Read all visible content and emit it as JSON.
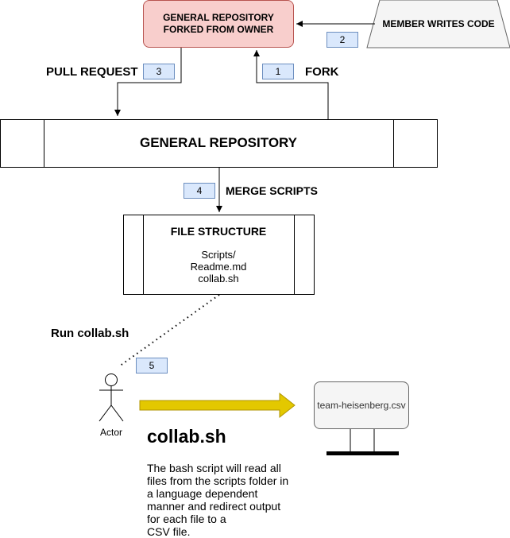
{
  "nodes": {
    "forked_repo": [
      "GENERAL REPOSITORY",
      "FORKED FROM OWNER"
    ],
    "member_writes": "MEMBER WRITES CODE",
    "general_repo": "GENERAL REPOSITORY",
    "file_structure": {
      "title": "FILE STRUCTURE",
      "items": [
        "Scripts/",
        "Readme.md",
        "collab.sh"
      ]
    },
    "actor": "Actor",
    "csv_output": "team-heisenberg.csv"
  },
  "steps": {
    "fork": {
      "number": "1",
      "label": "FORK"
    },
    "write": {
      "number": "2"
    },
    "pull_request": {
      "number": "3",
      "label": "PULL REQUEST"
    },
    "merge": {
      "number": "4",
      "label": "MERGE SCRIPTS"
    },
    "run": {
      "number": "5",
      "label": "Run collab.sh"
    }
  },
  "description": {
    "heading": "collab.sh",
    "lines": [
      "The bash script will read all",
      "files from the scripts folder in",
      "a language dependent",
      "manner and redirect output",
      "for each file to a",
      "CSV file."
    ]
  },
  "colors": {
    "forked_fill": "#f8cecc",
    "forked_stroke": "#b85450",
    "badge_fill": "#dae8fc",
    "badge_stroke": "#6c8ebf",
    "arrow_fill": "#e3c800",
    "arrow_stroke": "#b09500",
    "csv_fill": "#f5f5f5"
  },
  "icons": {
    "actor": "stick-figure-icon",
    "output_device": "monitor-stand-icon"
  }
}
